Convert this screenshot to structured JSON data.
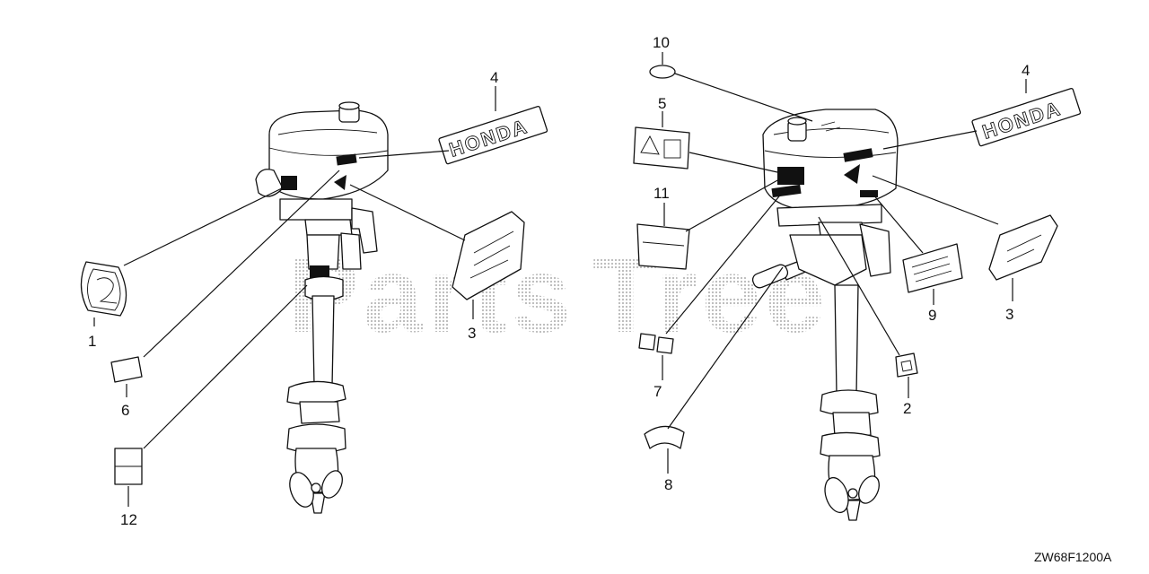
{
  "watermark": {
    "brand": "Parts",
    "brand2": "Tree"
  },
  "diagram_code": "ZW68F1200A",
  "decal_logo_text": "HONDA",
  "callouts": {
    "c1": "1",
    "c2": "2",
    "c3_left": "3",
    "c3_right": "3",
    "c4_left": "4",
    "c4_right": "4",
    "c5": "5",
    "c6": "6",
    "c7": "7",
    "c8": "8",
    "c9": "9",
    "c10": "10",
    "c11": "11",
    "c12": "12"
  },
  "colors": {
    "line": "#111111",
    "watermark": "#bdbdbd",
    "background": "#ffffff"
  }
}
